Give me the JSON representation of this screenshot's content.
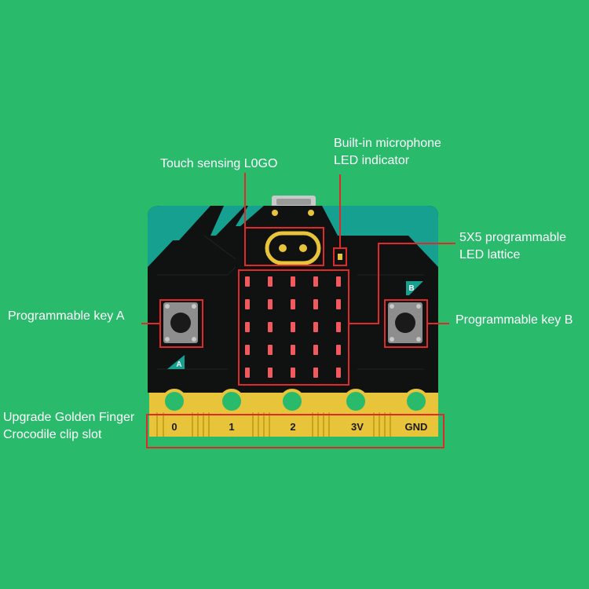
{
  "colors": {
    "background": "#2aba6c",
    "board": "#0f1211",
    "teal": "#16a08f",
    "gold": "#e8c43a",
    "callout": "#e02a2a",
    "led": "#f2595f"
  },
  "labels": {
    "touch_logo": "Touch sensing L0GO",
    "mic_line1": "Built-in microphone",
    "mic_line2": "LED indicator",
    "led_line1": "5X5 programmable",
    "led_line2": "LED lattice",
    "key_a": "Programmable key A",
    "key_b": "Programmable key B",
    "finger_line1": "Upgrade Golden Finger",
    "finger_line2": "Crocodile clip slot"
  },
  "board": {
    "button_a_badge": "A",
    "button_b_badge": "B",
    "pins": [
      "0",
      "1",
      "2",
      "3V",
      "GND"
    ]
  }
}
